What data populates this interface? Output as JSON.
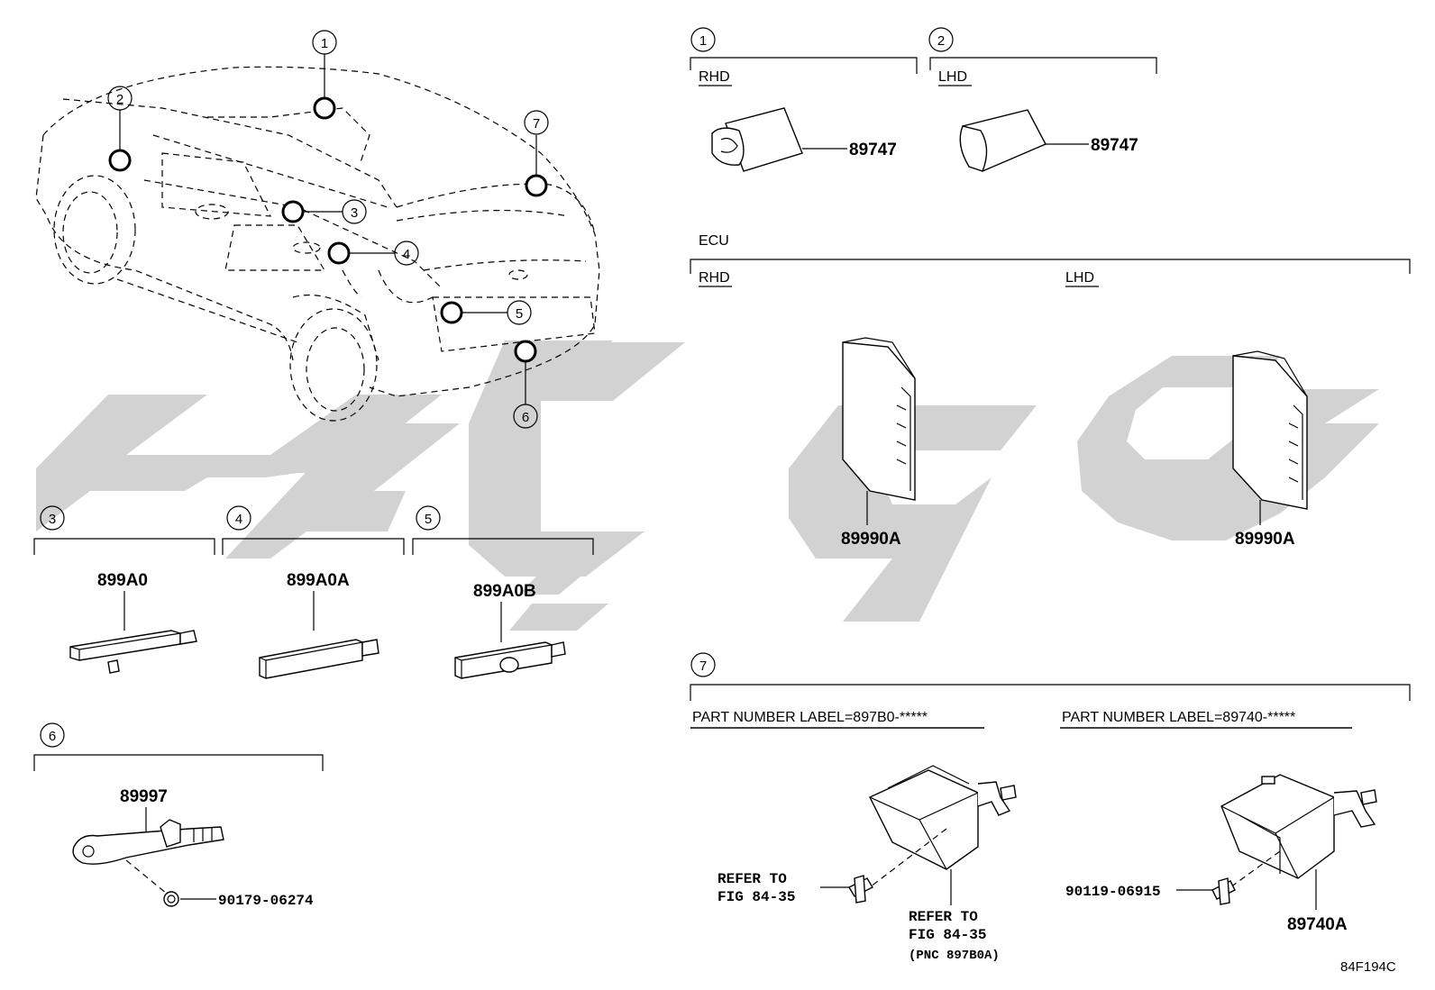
{
  "figure_code": "84F194C",
  "locations": {
    "1": "1",
    "2": "2",
    "3": "3",
    "4": "4",
    "5": "5",
    "6": "6",
    "7": "7"
  },
  "sections": {
    "s1": {
      "num": "1",
      "sub": "RHD",
      "part": "89747"
    },
    "s2": {
      "num": "2",
      "sub": "LHD",
      "part": "89747"
    },
    "ecu": {
      "title": "ECU",
      "rhd": "RHD",
      "lhd": "LHD",
      "part_rhd": "89990A",
      "part_lhd": "89990A"
    },
    "s3": {
      "num": "3",
      "part": "899A0"
    },
    "s4": {
      "num": "4",
      "part": "899A0A"
    },
    "s5": {
      "num": "5",
      "part": "899A0B"
    },
    "s6": {
      "num": "6",
      "part": "89997",
      "fastener": "90179-06274"
    },
    "s7": {
      "num": "7",
      "label_a": "PART NUMBER LABEL=897B0-*****",
      "label_b": "PART NUMBER LABEL=89740-*****",
      "refer_a1": "REFER TO",
      "refer_a2": "FIG 84-35",
      "refer_b1": "REFER TO",
      "refer_b2": "FIG 84-35",
      "pnc": "(PNC 897B0A)",
      "fastener": "90119-06915",
      "part": "89740A"
    }
  }
}
